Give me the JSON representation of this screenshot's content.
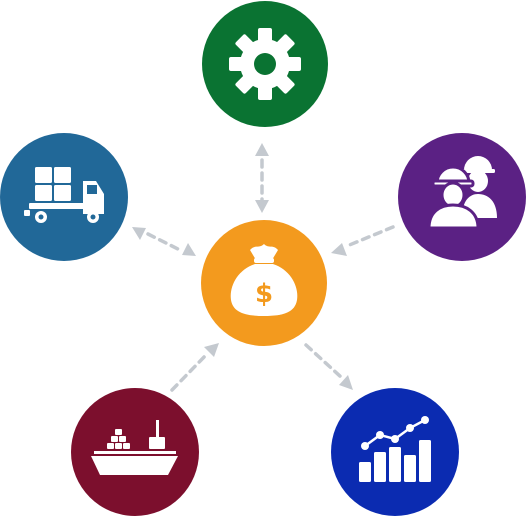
{
  "diagram": {
    "center": {
      "icon": "money-bag-icon",
      "glyph": "$",
      "color": "#F39A1E"
    },
    "nodes": [
      {
        "id": "gear",
        "icon": "gear-icon",
        "color": "#0A7332"
      },
      {
        "id": "truck",
        "icon": "truck-icon",
        "color": "#216898"
      },
      {
        "id": "workers",
        "icon": "workers-icon",
        "color": "#5B2184"
      },
      {
        "id": "ship",
        "icon": "cargo-ship-icon",
        "color": "#7C0F2D"
      },
      {
        "id": "chart",
        "icon": "growth-chart-icon",
        "color": "#0B2BB1"
      }
    ],
    "connector_color": "#C4C9CF"
  }
}
